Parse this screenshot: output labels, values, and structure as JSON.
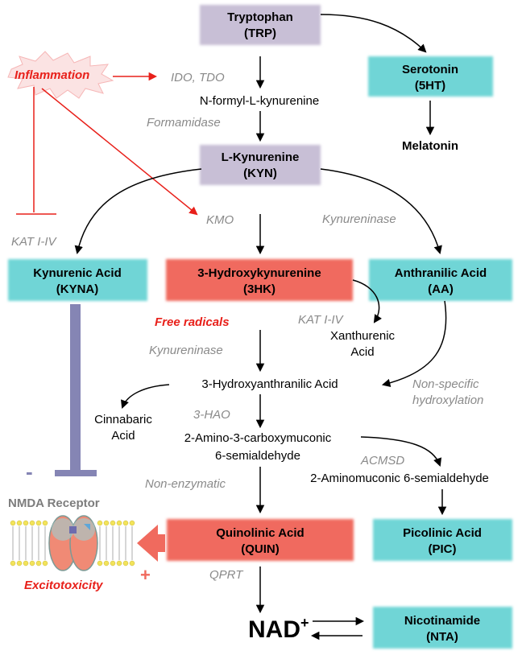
{
  "colors": {
    "purple_box": "#c8bfd6",
    "cyan_box": "#6fd5d6",
    "red_box": "#f06a5e",
    "enzyme_gray": "#8a8a8a",
    "inflammation_red": "#e8201a",
    "inhibit_bar": "#8585b4",
    "arrow": "#000000"
  },
  "boxes": {
    "trp": {
      "line1": "Tryptophan",
      "line2": "(TRP)"
    },
    "serotonin": {
      "line1": "Serotonin",
      "line2": "(5HT)"
    },
    "kyn": {
      "line1": "L-Kynurenine",
      "line2": "(KYN)"
    },
    "kyna": {
      "line1": "Kynurenic Acid",
      "line2": "(KYNA)"
    },
    "hk": {
      "line1": "3-Hydroxykynurenine",
      "line2": "(3HK)"
    },
    "aa": {
      "line1": "Anthranilic Acid",
      "line2": "(AA)"
    },
    "quin": {
      "line1": "Quinolinic Acid",
      "line2": "(QUIN)"
    },
    "pic": {
      "line1": "Picolinic Acid",
      "line2": "(PIC)"
    },
    "nta": {
      "line1": "Nicotinamide",
      "line2": "(NTA)"
    }
  },
  "metabolites": {
    "melatonin": "Melatonin",
    "n_formyl": "N-formyl-L-kynurenine",
    "xanthurenic_1": "Xanthurenic",
    "xanthurenic_2": "Acid",
    "hydroxyanthranilic": "3-Hydroxyanthranilic Acid",
    "cinnabaric_1": "Cinnabaric",
    "cinnabaric_2": "Acid",
    "acms_1": "2-Amino-3-carboxymuconic",
    "acms_2": "6-semialdehyde",
    "aminomuconic": "2-Aminomuconic 6-semialdehyde",
    "nad": "NAD",
    "nad_sup": "+"
  },
  "enzymes": {
    "ido_tdo": "IDO, TDO",
    "formamidase": "Formamidase",
    "kmo": "KMO",
    "kynureninase_top": "Kynureninase",
    "kat_left": "KAT I-IV",
    "kat_mid": "KAT I-IV",
    "kynureninase_mid": "Kynureninase",
    "non_specific_1": "Non-specific",
    "non_specific_2": "hydroxylation",
    "hao": "3-HAO",
    "acmsd": "ACMSD",
    "non_enzymatic": "Non-enzymatic",
    "qprt": "QPRT"
  },
  "annotations": {
    "inflammation": "Inflammation",
    "free_radicals": "Free radicals",
    "nmda_receptor": "NMDA Receptor",
    "excitotoxicity": "Excitotoxicity",
    "minus": "-",
    "plus": "+"
  }
}
